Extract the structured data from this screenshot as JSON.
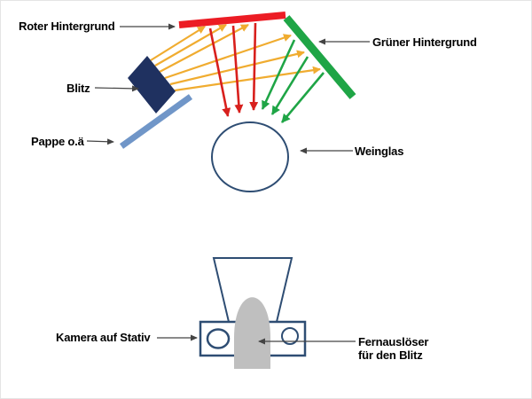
{
  "diagram": {
    "title_implicit": "Blitz-Aufbau Diagramm",
    "labels": {
      "red_background": "Roter Hintergrund",
      "green_background": "Grüner Hintergrund",
      "flash": "Blitz",
      "cardboard": "Pappe o.ä",
      "wine_glass": "Weinglas",
      "camera": "Kamera auf Stativ",
      "remote_trigger_line1": "Fernauslöser",
      "remote_trigger_line2": "für den Blitz"
    },
    "colors": {
      "red_background": "#ec1c24",
      "green_background": "#1fa546",
      "flash_body": "#1f3160",
      "cardboard": "#7096c8",
      "flash_rays": "#f0ac30",
      "red_light_rays": "#d8201d",
      "green_light_rays": "#1fa546",
      "outline_navy": "#2e4d73",
      "trigger_gray": "#bfbfbf",
      "label_arrow_gray": "#444444",
      "label_text": "#000000"
    }
  }
}
